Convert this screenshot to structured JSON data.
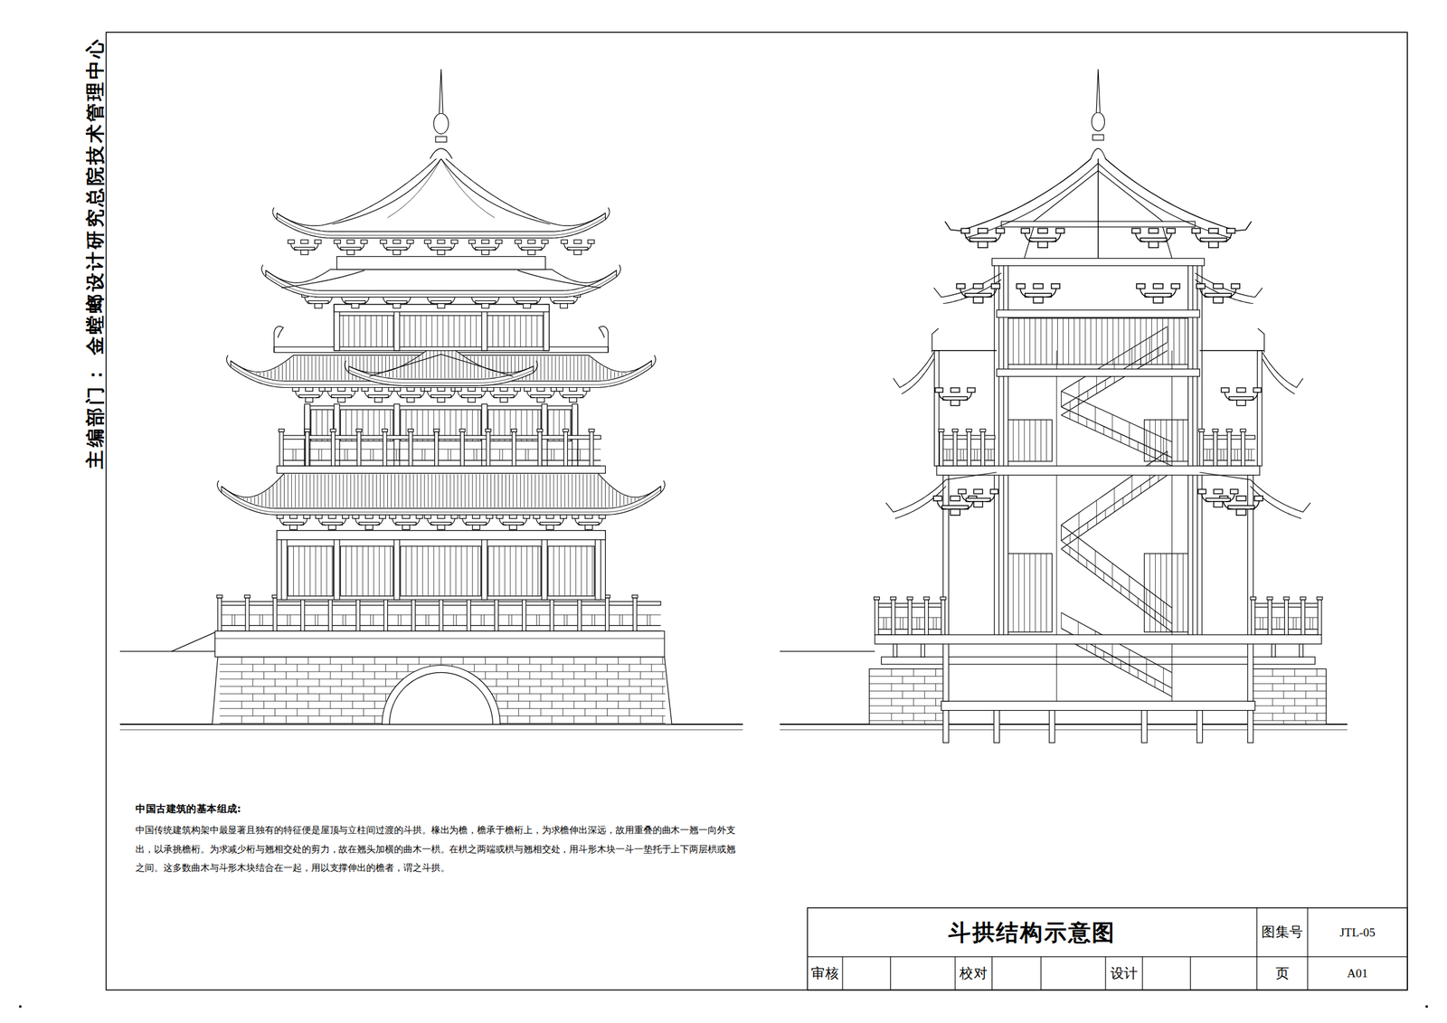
{
  "diagram": {
    "title": "斗拱结构示意图",
    "labels": [
      "主编部门：",
      "金螳螂设计研究总院技术管理中心",
      "中国古建筑的基本组成:",
      "中国传统建筑构架中最显著且独有的特征便是屋顶与立柱间过渡的斗拱。椽出为檐，檐承于檐桁上，为求檐伸出深远，故用重叠的曲木一翘一向外支出，以承挑檐桁。为求减少桁与翘相交处的剪力，故在翘头加横的曲木一栱。在栱之两端或栱与翘相交处，用斗形木块一斗一垫托于上下两层栱或翘之间。这多数曲木与斗形木块结合在一起，用以支撑伸出的檐者，谓之斗拱。",
      "图集号",
      "JTL-05",
      "审核",
      "校对",
      "设计",
      "页",
      "A01"
    ]
  }
}
